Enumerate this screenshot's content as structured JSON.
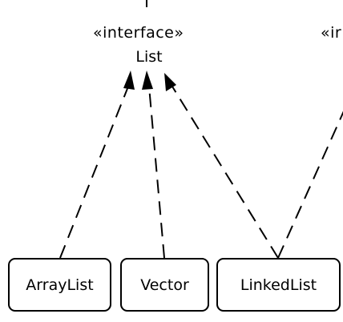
{
  "interface": {
    "stereotype": "«interface»",
    "name": "List"
  },
  "second_interface": {
    "stereotype_partial": "«ir"
  },
  "classes": [
    {
      "name": "ArrayList"
    },
    {
      "name": "Vector"
    },
    {
      "name": "LinkedList"
    }
  ],
  "relationship": "realization (dashed line, hollow/filled triangle arrowhead to interface)",
  "colors": {
    "line": "#000000",
    "background": "#ffffff",
    "box_border": "#000000"
  }
}
